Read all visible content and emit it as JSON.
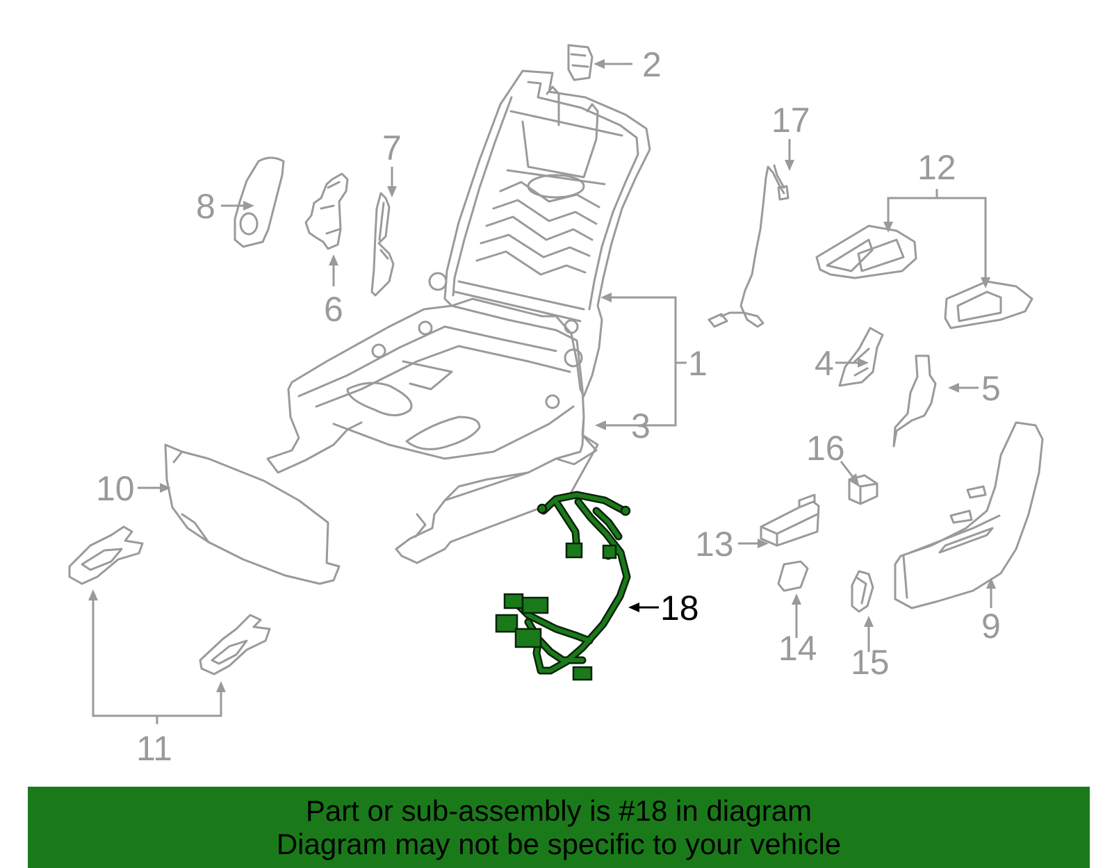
{
  "colors": {
    "part_outline": "#9a9a9a",
    "highlight_fill": "#1a7a1a",
    "highlight_outline": "#0b200b",
    "banner_background": "#1a7a1a",
    "banner_text": "#000000"
  },
  "callouts": {
    "c1": "1",
    "c2": "2",
    "c3": "3",
    "c4": "4",
    "c5": "5",
    "c6": "6",
    "c7": "7",
    "c8": "8",
    "c9": "9",
    "c10": "10",
    "c11": "11",
    "c12": "12",
    "c13": "13",
    "c14": "14",
    "c15": "15",
    "c16": "16",
    "c17": "17",
    "c18": "18"
  },
  "highlighted_part": "18",
  "banner": {
    "line1": "Part or sub-assembly is #18 in diagram",
    "line2": "Diagram may not be specific to your vehicle"
  }
}
